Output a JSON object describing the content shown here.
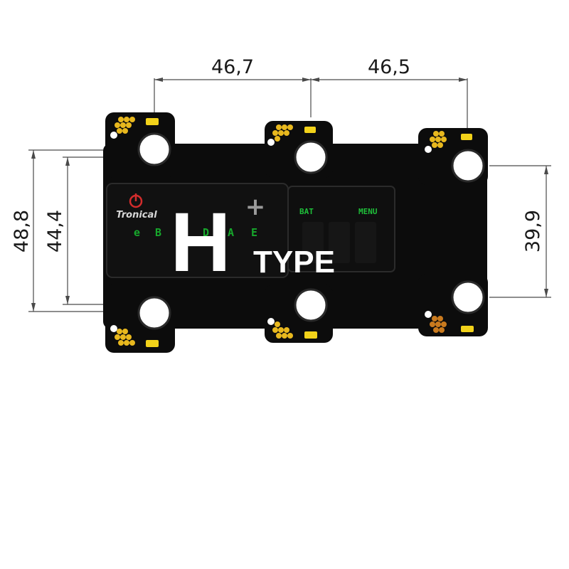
{
  "dimensions": {
    "top_left": "46,7",
    "top_right": "46,5",
    "left_outer": "48,8",
    "left_inner": "44,4",
    "right": "39,9"
  },
  "board": {
    "brand": "Tronical",
    "modes": [
      "e",
      "B",
      "D",
      "A",
      "E"
    ],
    "plus_symbol": "+",
    "bat_label": "BAT",
    "menu_label": "MENU",
    "type_letter": "H",
    "type_word": "TYPE"
  },
  "colors": {
    "board": "#0c0c0c",
    "display_green": "#17a82c",
    "label_green": "#1fbf3a",
    "led_yellow": "#f2d21a",
    "contact_orange": "#e8a31e",
    "power_red": "#d22c2c",
    "plus_grey": "#9a9a9a",
    "dimension_line": "#4a4a4a"
  },
  "icons": [
    "power-icon",
    "plus-icon"
  ]
}
